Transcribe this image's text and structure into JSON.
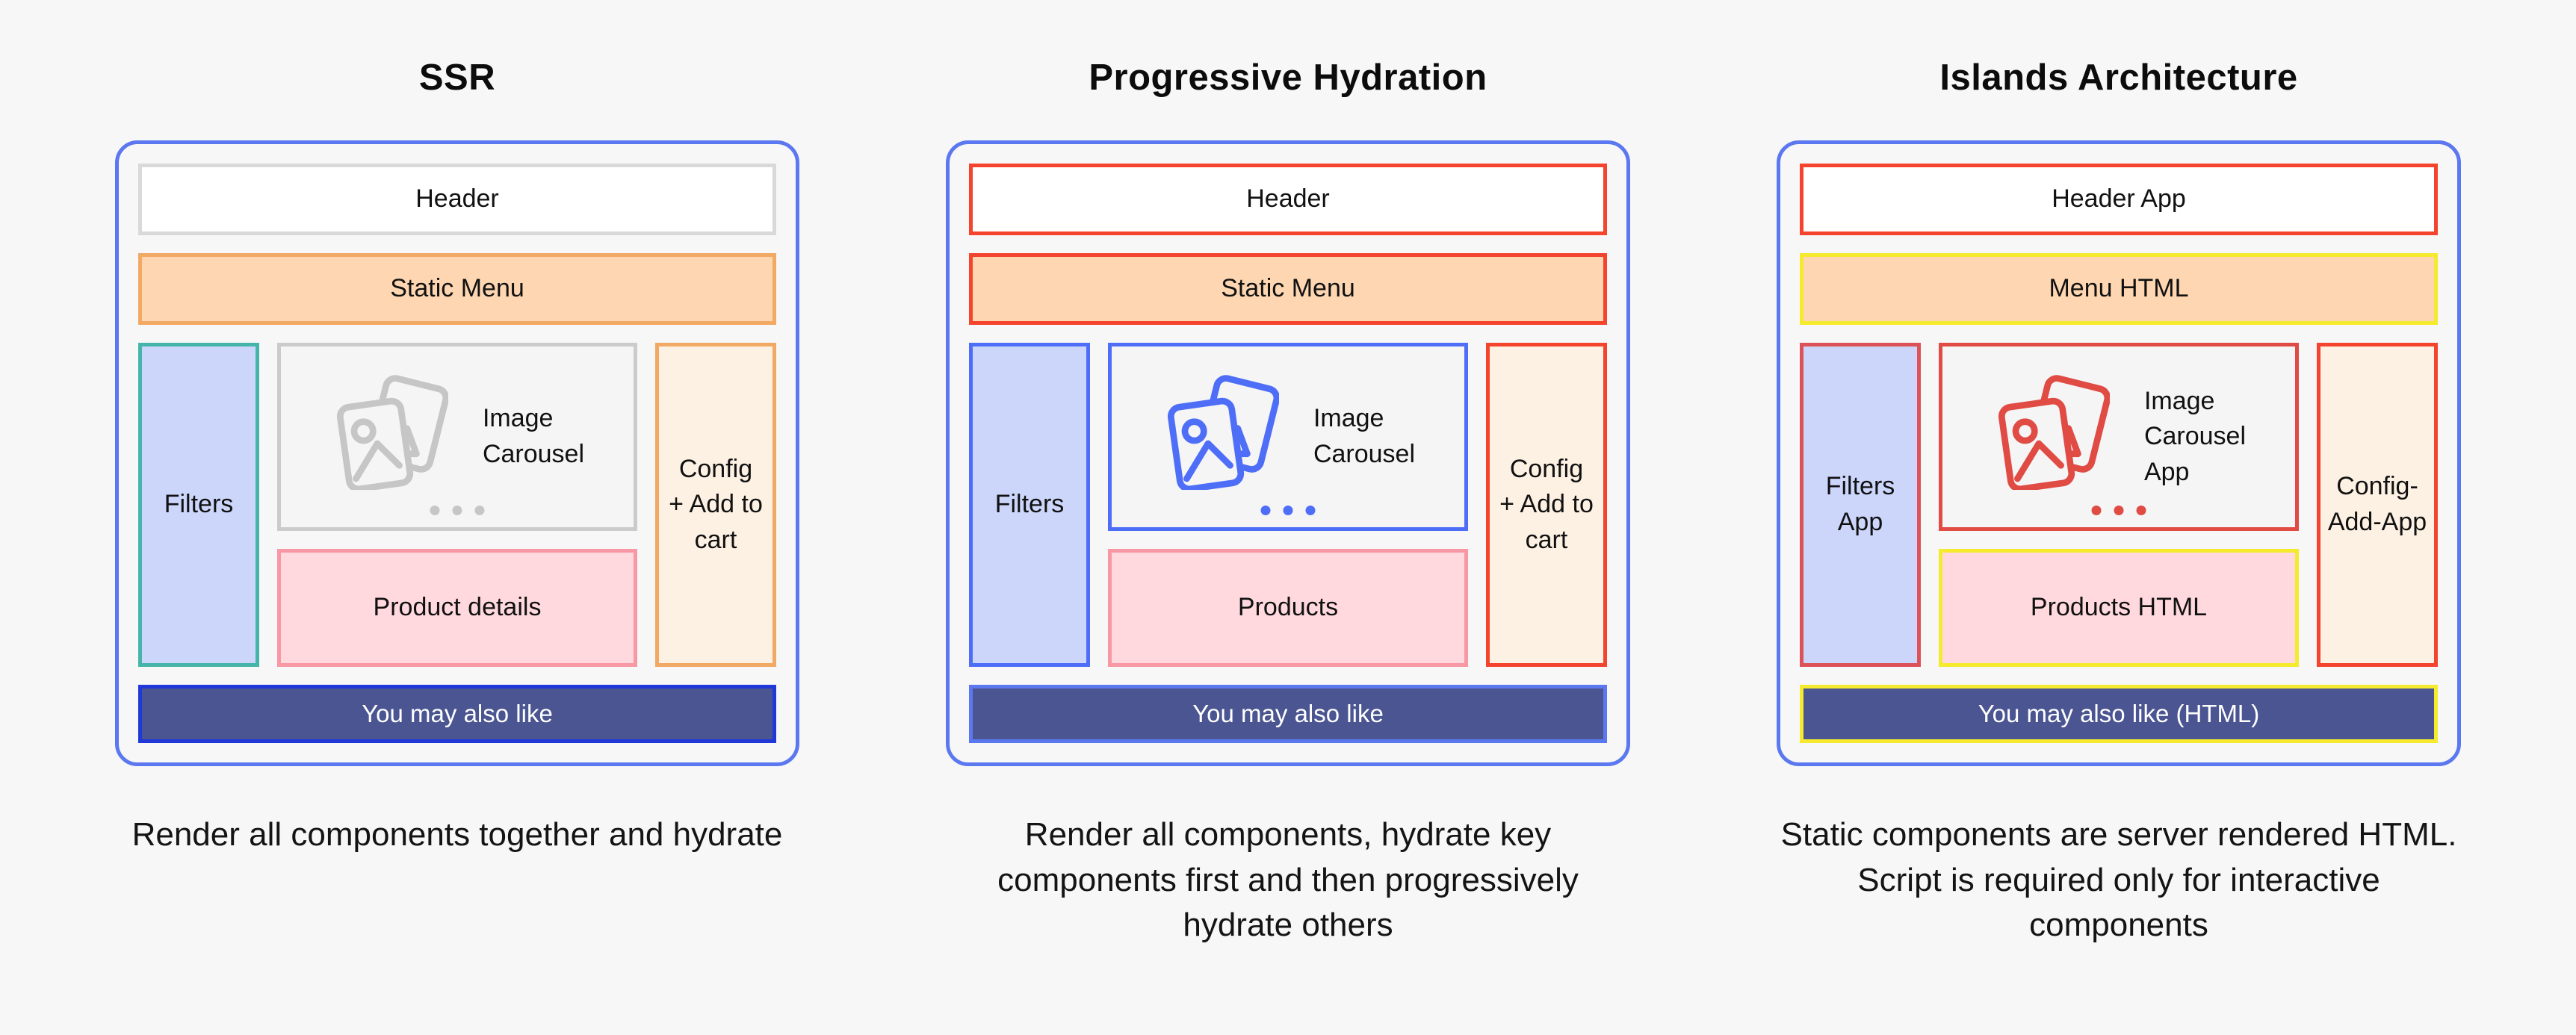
{
  "palette": {
    "page_background": "#f7f7f8",
    "frame_blue": "#5b78f0",
    "tomato_red": "#f4442e",
    "soft_red": "#dd5159",
    "carousel_red": "#e04b44",
    "yellow": "#f5ea2e",
    "teal": "#45b5a9",
    "blue": "#4f6ef7",
    "light_gray_border": "#d9d9d9",
    "carousel_gray": "#c6c6c6",
    "orange_border": "#f2a964",
    "peach_fill": "#fed7b2",
    "cream_fill": "#fdf1e3",
    "pink_fill": "#ffd9de",
    "pink_border": "#f898a5",
    "lavender_fill": "#ccd6fb",
    "navy_fill": "#4a5591",
    "ssr_bar_border": "#2038d8"
  },
  "panels": [
    {
      "title": "SSR",
      "header": "Header",
      "menu": "Static Menu",
      "filters": "Filters",
      "carousel": "Image\nCarousel",
      "products": "Product details",
      "config": "Config\n+ Add to\ncart",
      "bottom": "You may also like",
      "caption": "Render all components together and hydrate"
    },
    {
      "title": "Progressive Hydration",
      "header": "Header",
      "menu": "Static Menu",
      "filters": "Filters",
      "carousel": "Image\nCarousel",
      "products": "Products",
      "config": "Config\n+ Add to\ncart",
      "bottom": "You may also like",
      "caption": "Render all components, hydrate key\ncomponents first and then progressively\nhydrate others"
    },
    {
      "title": "Islands Architecture",
      "header": "Header App",
      "menu": "Menu HTML",
      "filters": "Filters\nApp",
      "carousel": "Image\nCarousel\nApp",
      "products": "Products HTML",
      "config": "Config-\nAdd-App",
      "bottom": "You may also like (HTML)",
      "caption": "Static components are server rendered HTML.\nScript is required only for interactive\ncomponents"
    }
  ]
}
